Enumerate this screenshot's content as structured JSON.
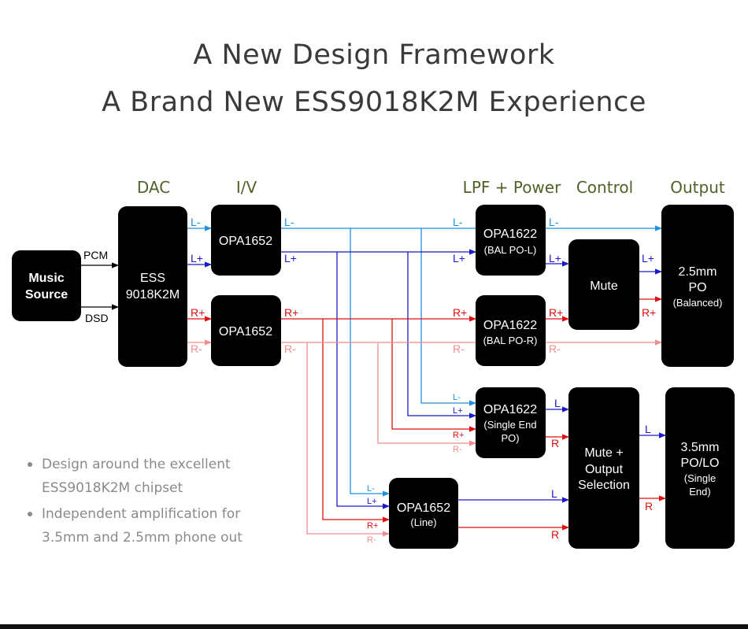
{
  "title": {
    "line1": "A New Design Framework",
    "line2": "A Brand New ESS9018K2M Experience"
  },
  "stages": {
    "dac": "DAC",
    "iv": "I/V",
    "lpf": "LPF + Power",
    "control": "Control",
    "output": "Output"
  },
  "blocks": {
    "music_source": [
      "Music",
      "Source"
    ],
    "dac": [
      "ESS",
      "9018K2M"
    ],
    "iv_left": "OPA1652",
    "iv_right": "OPA1652",
    "bal_l": [
      "OPA1622",
      "(BAL PO-L)"
    ],
    "bal_r": [
      "OPA1622",
      "(BAL PO-R)"
    ],
    "mute": "Mute",
    "out_bal": [
      "2.5mm",
      "PO",
      "(Balanced)"
    ],
    "se": [
      "OPA1622",
      "(Single End",
      "PO)"
    ],
    "line": [
      "OPA1652",
      "(Line)"
    ],
    "mute_sel": [
      "Mute +",
      "Output",
      "Selection"
    ],
    "out_se": [
      "3.5mm",
      "PO/LO",
      "(Single",
      "End)"
    ]
  },
  "signals": {
    "pcm": "PCM",
    "dsd": "DSD",
    "l_minus": "L-",
    "l_plus": "L+",
    "r_plus": "R+",
    "r_minus": "R-",
    "l": "L",
    "r": "R"
  },
  "colors": {
    "block": "#000000",
    "l_minus": "#1e90dc",
    "l_plus": "#1a1acc",
    "r_plus": "#e01010",
    "r_minus": "#f08c8c",
    "black_line": "#000000"
  },
  "bullets": [
    [
      "Design around the excellent",
      "ESS9018K2M chipset"
    ],
    [
      "Independent amplification for",
      "3.5mm and 2.5mm phone out"
    ]
  ]
}
